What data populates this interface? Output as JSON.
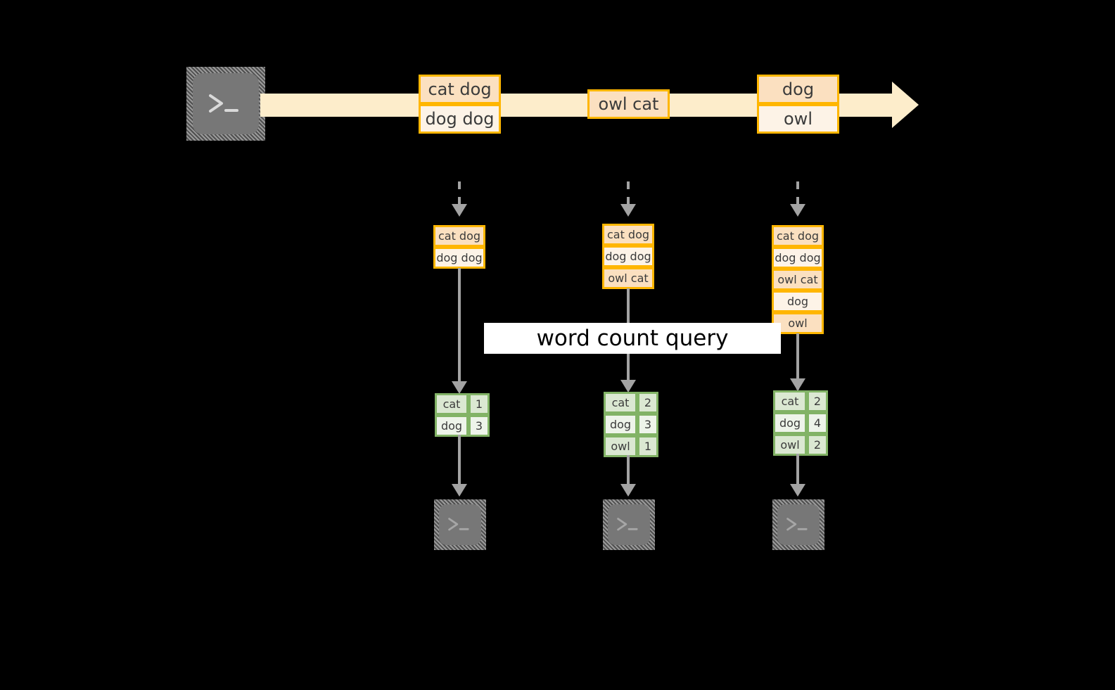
{
  "diagram": {
    "title_banner": "word count query",
    "colors": {
      "background": "#000000",
      "stream_fill": "#fdedcb",
      "record_border": "#ffb600",
      "record_fill_dark": "#fbe0c0",
      "record_fill_light": "#fdf3e7",
      "table_border": "#82b366",
      "table_fill_dark": "#dbe8d2",
      "table_fill_light": "#eef4ea",
      "connector": "#a3a3a3",
      "terminal_body": "#777777",
      "banner_bg": "#ffffff"
    },
    "source": {
      "icon": "terminal-icon",
      "glyph": ">_"
    },
    "stream": {
      "direction": "left-to-right",
      "records": [
        {
          "id": "batch-1",
          "lines": [
            "cat dog",
            "dog dog"
          ]
        },
        {
          "id": "batch-2",
          "lines": [
            "owl cat"
          ]
        },
        {
          "id": "batch-3",
          "lines": [
            "dog",
            "owl"
          ]
        }
      ]
    },
    "snapshots": [
      {
        "id": "snapshot-1",
        "accumulated": [
          "cat dog",
          "dog dog"
        ],
        "counts": [
          {
            "word": "cat",
            "count": "1"
          },
          {
            "word": "dog",
            "count": "3"
          }
        ],
        "sink_icon": "terminal-icon",
        "sink_glyph": ">_"
      },
      {
        "id": "snapshot-2",
        "accumulated": [
          "cat dog",
          "dog dog",
          "owl cat"
        ],
        "counts": [
          {
            "word": "cat",
            "count": "2"
          },
          {
            "word": "dog",
            "count": "3"
          },
          {
            "word": "owl",
            "count": "1"
          }
        ],
        "sink_icon": "terminal-icon",
        "sink_glyph": ">_"
      },
      {
        "id": "snapshot-3",
        "accumulated": [
          "cat dog",
          "dog dog",
          "owl cat",
          "dog",
          "owl"
        ],
        "counts": [
          {
            "word": "cat",
            "count": "2"
          },
          {
            "word": "dog",
            "count": "4"
          },
          {
            "word": "owl",
            "count": "2"
          }
        ],
        "sink_icon": "terminal-icon",
        "sink_glyph": ">_"
      }
    ]
  }
}
